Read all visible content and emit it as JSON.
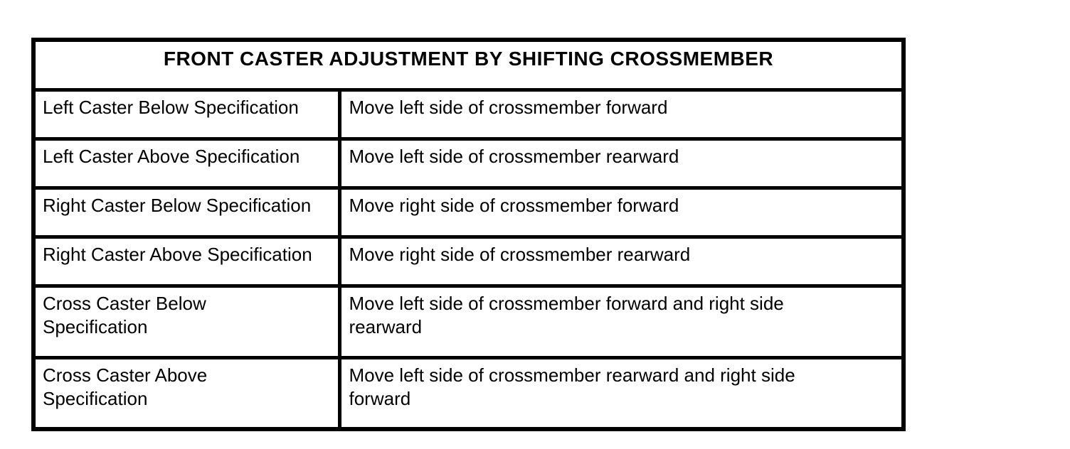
{
  "document": {
    "background": "#ffffff",
    "text_color": "#000000",
    "border_color": "#000000"
  },
  "table": {
    "title": "FRONT CASTER ADJUSTMENT BY SHIFTING CROSSMEMBER",
    "rows": [
      {
        "condition": "Left Caster Below Specification",
        "action": "Move left side of crossmember forward"
      },
      {
        "condition": "Left Caster Above Specification",
        "action": "Move left side of crossmember rearward"
      },
      {
        "condition": "Right Caster Below Specification",
        "action": "Move right side of crossmember forward"
      },
      {
        "condition": "Right Caster Above Specification",
        "action": "Move right side of crossmember rearward"
      },
      {
        "condition": "Cross Caster Below Specification",
        "action": "Move left side of crossmember forward and right side rearward"
      },
      {
        "condition": "Cross Caster Above Specification",
        "action": "Move left side of crossmember rearward and right side forward"
      }
    ]
  }
}
